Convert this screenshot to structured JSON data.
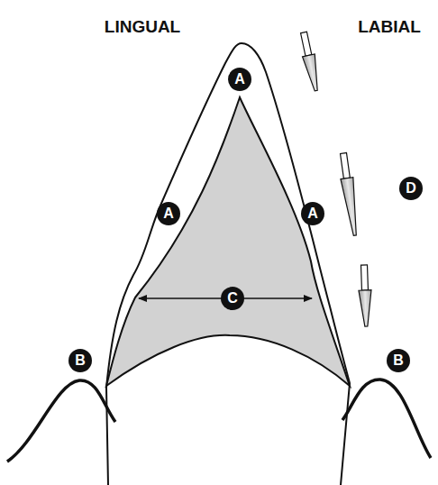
{
  "diagram": {
    "labels": [
      "LINGUAL",
      "LABIAL",
      "A",
      "A",
      "A",
      "B",
      "B",
      "C",
      "D"
    ]
  }
}
